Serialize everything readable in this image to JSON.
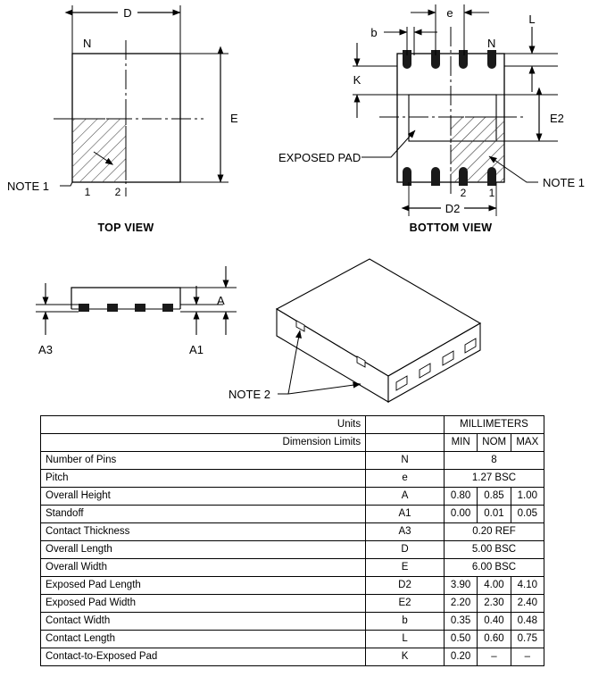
{
  "views": {
    "top": {
      "title": "TOP VIEW",
      "dimension_d": "D",
      "dimension_e": "E",
      "pin_count_label": "N",
      "pin_labels": [
        "1",
        "2"
      ],
      "note_label": "NOTE 1"
    },
    "bottom": {
      "title": "BOTTOM VIEW",
      "dimension_e": "e",
      "dimension_b": "b",
      "dimension_l": "L",
      "dimension_k": "K",
      "dimension_e2": "E2",
      "dimension_d2": "D2",
      "pin_count_label": "N",
      "pin_labels": [
        "2",
        "1"
      ],
      "exposed_pad_label": "EXPOSED PAD",
      "note_label": "NOTE 1"
    },
    "side": {
      "dimension_a": "A",
      "dimension_a1": "A1",
      "dimension_a3": "A3"
    },
    "isometric": {
      "note_label": "NOTE 2"
    }
  },
  "table": {
    "header_units_label": "Units",
    "header_units_value": "MILLIMETERS",
    "header_limits_label": "Dimension Limits",
    "columns": [
      "MIN",
      "NOM",
      "MAX"
    ],
    "rows": [
      {
        "description": "Number of Pins",
        "symbol": "N",
        "span": "8",
        "min": "",
        "nom": "",
        "max": ""
      },
      {
        "description": "Pitch",
        "symbol": "e",
        "span": "1.27 BSC",
        "min": "",
        "nom": "",
        "max": ""
      },
      {
        "description": "Overall Height",
        "symbol": "A",
        "span": "",
        "min": "0.80",
        "nom": "0.85",
        "max": "1.00"
      },
      {
        "description": "Standoff",
        "symbol": "A1",
        "span": "",
        "min": "0.00",
        "nom": "0.01",
        "max": "0.05"
      },
      {
        "description": "Contact Thickness",
        "symbol": "A3",
        "span": "0.20 REF",
        "min": "",
        "nom": "",
        "max": ""
      },
      {
        "description": "Overall Length",
        "symbol": "D",
        "span": "5.00 BSC",
        "min": "",
        "nom": "",
        "max": ""
      },
      {
        "description": "Overall Width",
        "symbol": "E",
        "span": "6.00 BSC",
        "min": "",
        "nom": "",
        "max": ""
      },
      {
        "description": "Exposed Pad Length",
        "symbol": "D2",
        "span": "",
        "min": "3.90",
        "nom": "4.00",
        "max": "4.10"
      },
      {
        "description": "Exposed Pad Width",
        "symbol": "E2",
        "span": "",
        "min": "2.20",
        "nom": "2.30",
        "max": "2.40"
      },
      {
        "description": "Contact Width",
        "symbol": "b",
        "span": "",
        "min": "0.35",
        "nom": "0.40",
        "max": "0.48"
      },
      {
        "description": "Contact Length",
        "symbol": "L",
        "span": "",
        "min": "0.50",
        "nom": "0.60",
        "max": "0.75"
      },
      {
        "description": "Contact-to-Exposed Pad",
        "symbol": "K",
        "span": "",
        "min": "0.20",
        "nom": "–",
        "max": "–"
      }
    ]
  },
  "colors": {
    "line": "#000000",
    "hatch": "#555555",
    "pad_fill": "#1a1a1a",
    "background": "#ffffff"
  }
}
